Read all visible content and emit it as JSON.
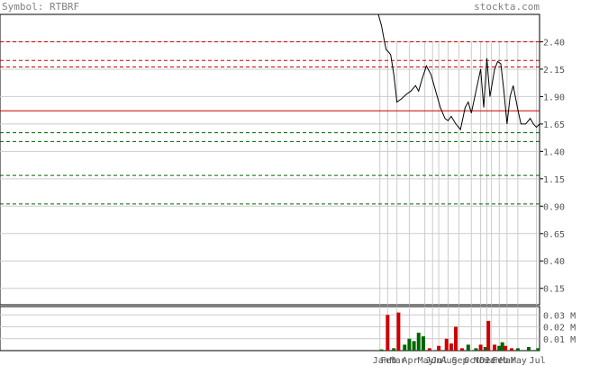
{
  "header": {
    "symbol_label": "Symbol: RTBRF",
    "site": "stockta.com"
  },
  "colors": {
    "price_line": "#000000",
    "resistance": "#cc0000",
    "support": "#006600",
    "grid": "#cccccc",
    "vol_up": "#006600",
    "vol_down": "#cc0000",
    "axis_text": "#555555",
    "header_text": "#808080"
  },
  "chart_data": {
    "type": "line",
    "price_axis": {
      "ylim": [
        0.0,
        2.65
      ],
      "ticks": [
        "2.40",
        "2.15",
        "1.90",
        "1.65",
        "1.40",
        "1.15",
        "0.90",
        "0.65",
        "0.40",
        "0.15"
      ]
    },
    "volume_axis": {
      "ylim": [
        0,
        0.037
      ],
      "ticks": [
        "0.03 M",
        "0.02 M",
        "0.01 M"
      ]
    },
    "x_month_labels": [
      "Jan",
      "Feb",
      "Mar",
      "Apr",
      "May",
      "Jun",
      "Jul",
      "Aug",
      "Sep",
      "Oct",
      "Nov",
      "Dec",
      "Jan",
      "Feb",
      "Mar",
      "May",
      "Jul"
    ],
    "resistance_levels": [
      {
        "value": 2.4,
        "style": "dashed"
      },
      {
        "value": 2.23,
        "style": "dashed"
      },
      {
        "value": 2.17,
        "style": "dashed"
      },
      {
        "value": 1.77,
        "style": "solid"
      }
    ],
    "support_levels": [
      {
        "value": 1.57,
        "style": "dashed"
      },
      {
        "value": 1.49,
        "style": "dashed"
      },
      {
        "value": 1.18,
        "style": "dashed"
      },
      {
        "value": 0.92,
        "style": "dashed"
      }
    ],
    "x": [
      0,
      2,
      4,
      5,
      7,
      8,
      10,
      12,
      15,
      18,
      21,
      24,
      26,
      28,
      31,
      34,
      37,
      40,
      43,
      45,
      47,
      50,
      53,
      56,
      58,
      60,
      63,
      66,
      68,
      70,
      72,
      75,
      77,
      79,
      81,
      83,
      85,
      87,
      90,
      92,
      95,
      98,
      100,
      102,
      104
    ],
    "series": [
      {
        "values": [
          2.75,
          2.55,
          2.4,
          2.33,
          2.3,
          2.28,
          2.1,
          1.85,
          1.88,
          1.92,
          1.95,
          2.0,
          1.95,
          2.05,
          2.18,
          2.1,
          1.95,
          1.8,
          1.7,
          1.68,
          1.72,
          1.65,
          1.6,
          1.8,
          1.85,
          1.75,
          1.95,
          2.15,
          1.8,
          2.25,
          1.9,
          2.15,
          2.22,
          2.2,
          1.95,
          1.65,
          1.9,
          2.0,
          1.78,
          1.65,
          1.65,
          1.7,
          1.65,
          1.62,
          1.65
        ]
      }
    ],
    "volume": [
      {
        "x": 2,
        "v": 0.001,
        "dir": "up"
      },
      {
        "x": 6,
        "v": 0.03,
        "dir": "down"
      },
      {
        "x": 10,
        "v": 0.002,
        "dir": "up"
      },
      {
        "x": 13,
        "v": 0.032,
        "dir": "down"
      },
      {
        "x": 17,
        "v": 0.005,
        "dir": "up"
      },
      {
        "x": 20,
        "v": 0.01,
        "dir": "up"
      },
      {
        "x": 23,
        "v": 0.008,
        "dir": "up"
      },
      {
        "x": 26,
        "v": 0.015,
        "dir": "up"
      },
      {
        "x": 29,
        "v": 0.012,
        "dir": "up"
      },
      {
        "x": 33,
        "v": 0.002,
        "dir": "down"
      },
      {
        "x": 39,
        "v": 0.004,
        "dir": "down"
      },
      {
        "x": 44,
        "v": 0.01,
        "dir": "down"
      },
      {
        "x": 47,
        "v": 0.006,
        "dir": "down"
      },
      {
        "x": 50,
        "v": 0.02,
        "dir": "down"
      },
      {
        "x": 54,
        "v": 0.002,
        "dir": "down"
      },
      {
        "x": 58,
        "v": 0.005,
        "dir": "up"
      },
      {
        "x": 63,
        "v": 0.002,
        "dir": "up"
      },
      {
        "x": 66,
        "v": 0.005,
        "dir": "down"
      },
      {
        "x": 69,
        "v": 0.003,
        "dir": "up"
      },
      {
        "x": 71,
        "v": 0.025,
        "dir": "down"
      },
      {
        "x": 75,
        "v": 0.005,
        "dir": "down"
      },
      {
        "x": 78,
        "v": 0.004,
        "dir": "up"
      },
      {
        "x": 80,
        "v": 0.007,
        "dir": "up"
      },
      {
        "x": 82,
        "v": 0.004,
        "dir": "down"
      },
      {
        "x": 86,
        "v": 0.002,
        "dir": "down"
      },
      {
        "x": 90,
        "v": 0.002,
        "dir": "up"
      },
      {
        "x": 97,
        "v": 0.003,
        "dir": "up"
      },
      {
        "x": 103,
        "v": 0.002,
        "dir": "up"
      }
    ],
    "grid": true,
    "legend": "none"
  }
}
